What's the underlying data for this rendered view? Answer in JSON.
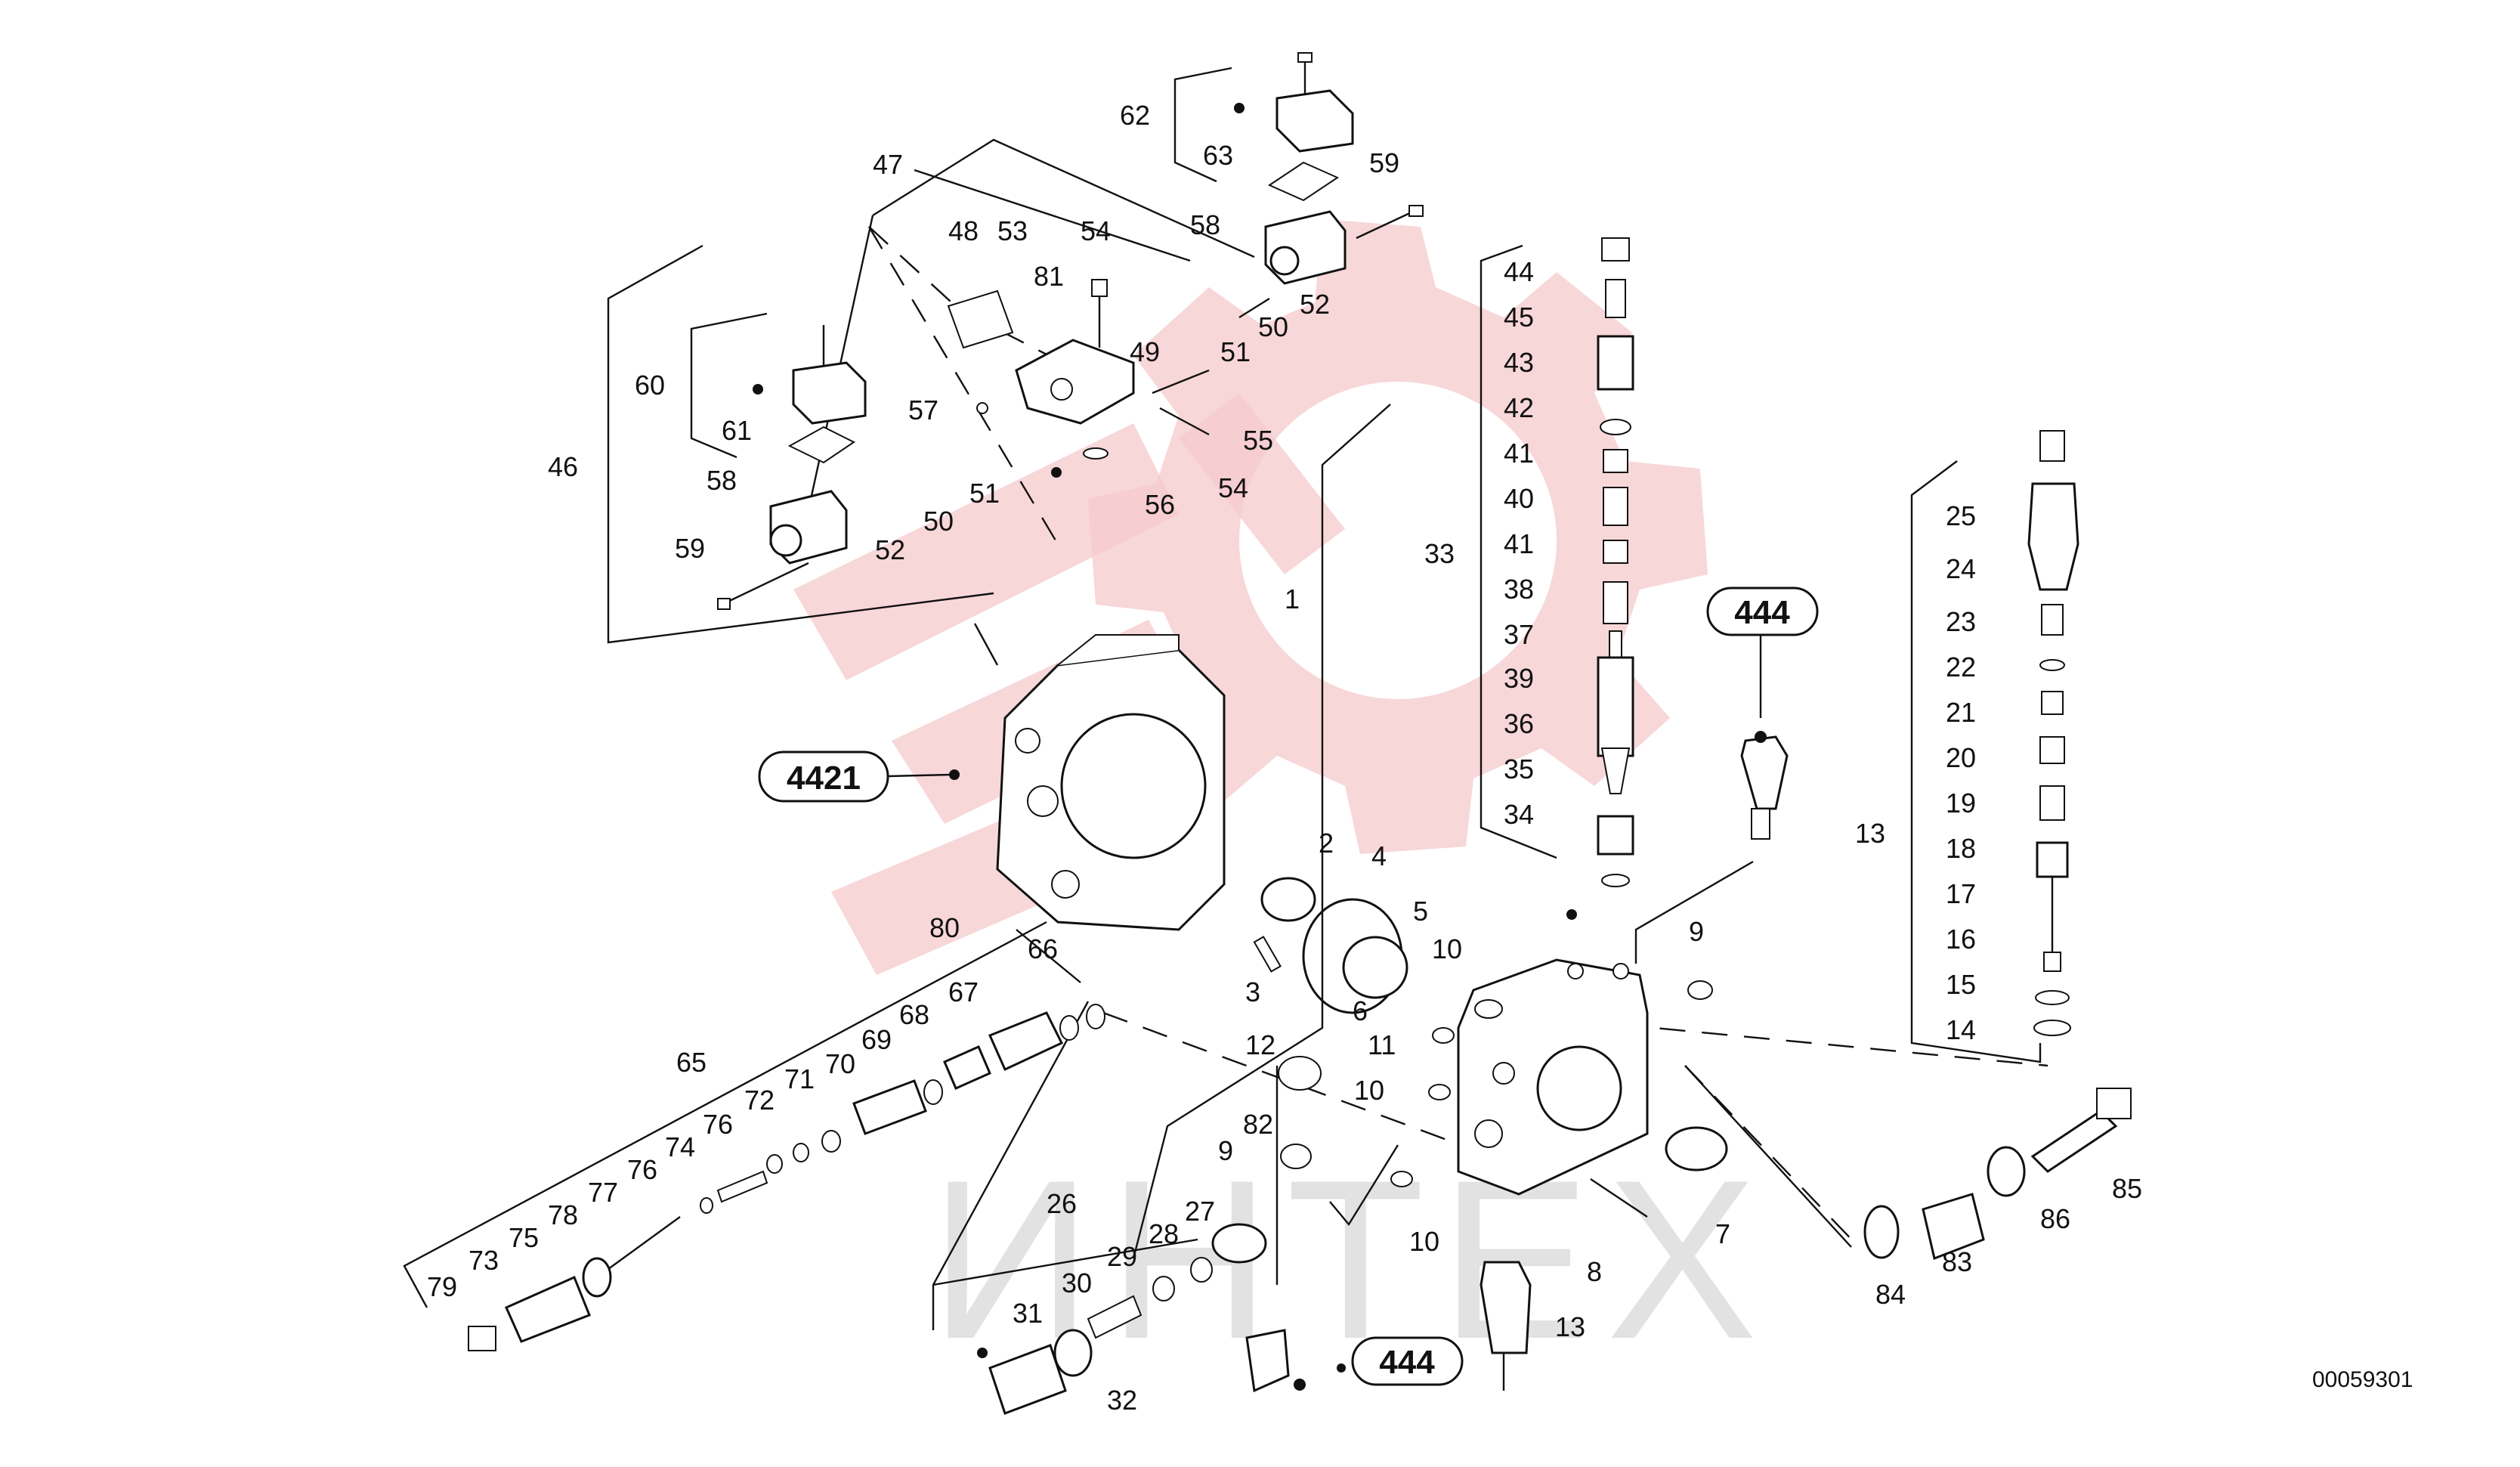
{
  "document_id": "00059301",
  "watermark_text": "ИНТЕХ",
  "callouts": {
    "ref_4421": "4421",
    "ref_444_top": "444",
    "ref_444_bottom": "444"
  },
  "labels": {
    "p1": "1",
    "p2": "2",
    "p3": "3",
    "p4": "4",
    "p5": "5",
    "p6": "6",
    "p7": "7",
    "p8": "8",
    "p9a": "9",
    "p9b": "9",
    "p10a": "10",
    "p10b": "10",
    "p10c": "10",
    "p11": "11",
    "p12": "12",
    "p13a": "13",
    "p13b": "13",
    "p14": "14",
    "p15": "15",
    "p16": "16",
    "p17": "17",
    "p18": "18",
    "p19": "19",
    "p20": "20",
    "p21": "21",
    "p22": "22",
    "p23": "23",
    "p24": "24",
    "p25": "25",
    "p26": "26",
    "p27": "27",
    "p28": "28",
    "p29": "29",
    "p30": "30",
    "p31": "31",
    "p32": "32",
    "p33": "33",
    "p34": "34",
    "p35": "35",
    "p36": "36",
    "p37": "37",
    "p38": "38",
    "p39": "39",
    "p40": "40",
    "p41a": "41",
    "p41b": "41",
    "p42": "42",
    "p43": "43",
    "p44": "44",
    "p45": "45",
    "p46": "46",
    "p47": "47",
    "p48": "48",
    "p49": "49",
    "p50a": "50",
    "p50b": "50",
    "p51a": "51",
    "p51b": "51",
    "p52a": "52",
    "p52b": "52",
    "p53": "53",
    "p54a": "54",
    "p54b": "54",
    "p55": "55",
    "p56": "56",
    "p57": "57",
    "p58a": "58",
    "p58b": "58",
    "p59a": "59",
    "p59b": "59",
    "p60": "60",
    "p61": "61",
    "p62": "62",
    "p63": "63",
    "p65": "65",
    "p66": "66",
    "p67": "67",
    "p68": "68",
    "p69": "69",
    "p70": "70",
    "p71": "71",
    "p72": "72",
    "p73": "73",
    "p74": "74",
    "p75": "75",
    "p76a": "76",
    "p76b": "76",
    "p77": "77",
    "p78": "78",
    "p79": "79",
    "p80": "80",
    "p81": "81",
    "p82": "82",
    "p83": "83",
    "p84": "84",
    "p85": "85",
    "p86": "86"
  }
}
